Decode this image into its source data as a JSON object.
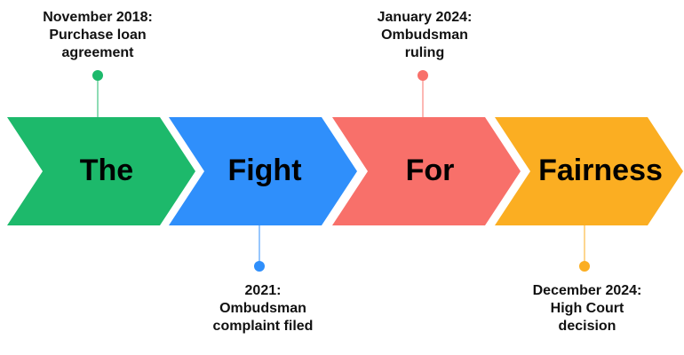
{
  "colors": {
    "green": "#1db96b",
    "blue": "#2f8ffb",
    "red": "#f8706a",
    "orange": "#fbae22"
  },
  "segments": [
    {
      "word": "The",
      "color": "#1db96b"
    },
    {
      "word": "Fight",
      "color": "#2f8ffb"
    },
    {
      "word": "For",
      "color": "#f8706a"
    },
    {
      "word": "Fairness",
      "color": "#fbae22"
    }
  ],
  "milestones": [
    {
      "position": "top",
      "lines": [
        "November 2018:",
        "Purchase loan",
        "agreement"
      ],
      "color": "#1db96b"
    },
    {
      "position": "bottom",
      "lines": [
        "2021:",
        "Ombudsman",
        "complaint filed"
      ],
      "color": "#2f8ffb"
    },
    {
      "position": "top",
      "lines": [
        "January 2024:",
        "Ombudsman",
        "ruling"
      ],
      "color": "#f8706a"
    },
    {
      "position": "bottom",
      "lines": [
        "December 2024:",
        "High Court",
        "decision"
      ],
      "color": "#fbae22"
    }
  ]
}
